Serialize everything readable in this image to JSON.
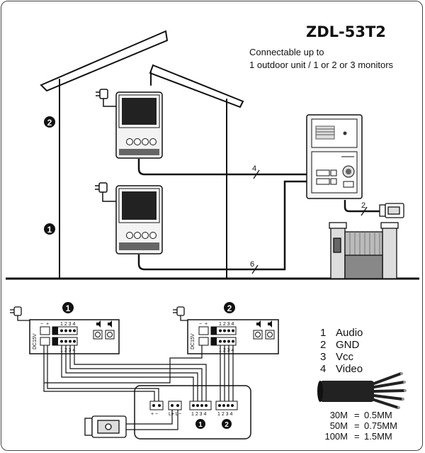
{
  "header": {
    "model": "ZDL-53T2",
    "subtitle_line1": "Connectable up to",
    "subtitle_line2": "1 outdoor unit / 1 or 2 or 3 monitors"
  },
  "house": {
    "floor_markers": [
      "2",
      "1"
    ],
    "cable_labels": [
      "4",
      "6",
      "2"
    ]
  },
  "panels": {
    "panel1": {
      "number": "1",
      "power_label": "DC15V"
    },
    "panel2": {
      "number": "2",
      "power_label": "DC15V"
    },
    "terminal_pins": "1 2 3 4",
    "polarity_minus": "−",
    "polarity_plus": "+"
  },
  "junction": {
    "power_terminal_label": "+ −",
    "lock_terminal_label": "L+ L−",
    "group1_marker": "1",
    "group2_marker": "2",
    "pins": "1 2 3 4"
  },
  "wire_legend": {
    "items": [
      {
        "num": "1",
        "name": "Audio"
      },
      {
        "num": "2",
        "name": "GND"
      },
      {
        "num": "3",
        "name": "Vcc"
      },
      {
        "num": "4",
        "name": "Video"
      }
    ]
  },
  "cable_specs": {
    "rows": [
      {
        "length": "30M",
        "eq": "=",
        "size": "0.5MM"
      },
      {
        "length": "50M",
        "eq": "=",
        "size": "0.75MM"
      },
      {
        "length": "100M",
        "eq": "=",
        "size": "1.5MM"
      }
    ]
  }
}
